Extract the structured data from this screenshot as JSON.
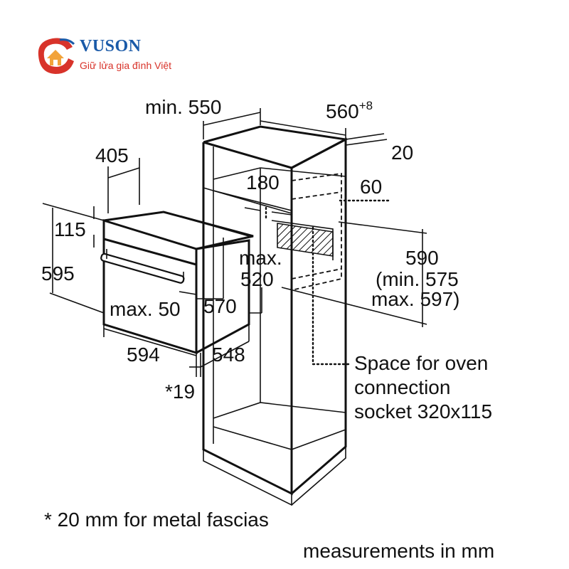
{
  "logo": {
    "name": "VUSON",
    "slogan": "Giữ lửa gia đình Việt",
    "colors": {
      "primary": "#1a5aa8",
      "accent": "#d8332a",
      "flame": "#f2a33a"
    }
  },
  "dimensions": {
    "cabinet_depth_min": "min. 550",
    "cabinet_width": "560",
    "cabinet_width_tol": "+8",
    "side_clearance": "20",
    "back_gap": "180",
    "socket_offset": "60",
    "niche_height": "590",
    "niche_height_min": "(min. 575",
    "niche_height_max": "max. 597)",
    "opening_max_label": "max.",
    "opening_max_value": "520",
    "oven_depth_top": "405",
    "fascia_height": "115",
    "oven_height": "595",
    "oven_width": "594",
    "max_50": "max. 50",
    "oven_depth_570": "570",
    "oven_depth_548": "548",
    "fascia_note_ref": "*19"
  },
  "socket_note": {
    "line1": "Space for oven",
    "line2": "connection",
    "line3": "socket 320x115"
  },
  "footnote": "* 20 mm for metal fascias",
  "units_note": "measurements in mm"
}
